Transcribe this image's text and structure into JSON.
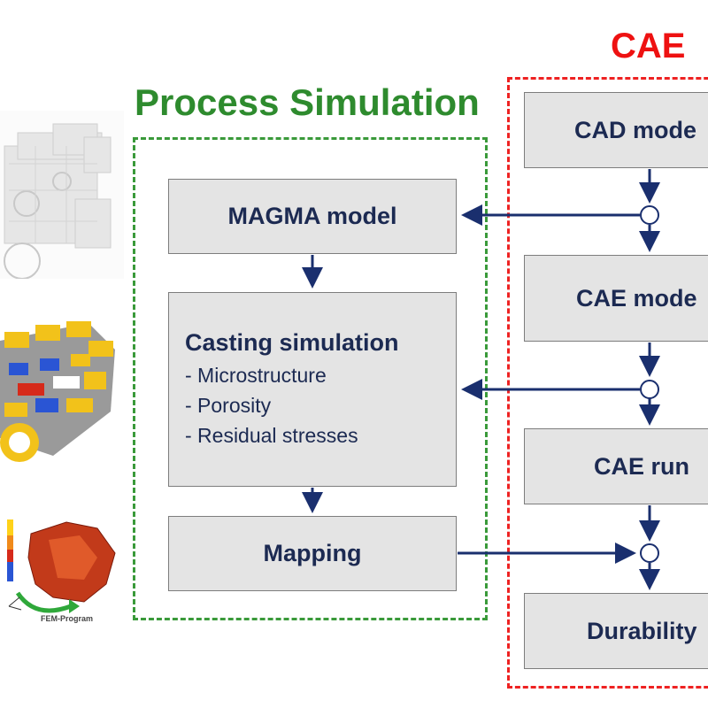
{
  "titles": {
    "process": "Process Simulation",
    "cae": "CAE"
  },
  "boxes": {
    "magma": "MAGMA model",
    "casting_title": "Casting simulation",
    "casting_items": [
      "- Microstructure",
      "- Porosity",
      "- Residual stresses"
    ],
    "mapping": "Mapping",
    "cad": "CAD mode",
    "cae_model": "CAE mode",
    "cae_run": "CAE run",
    "durability": "Durability"
  },
  "images": {
    "fem_label": "FEM-Program"
  },
  "colors": {
    "process_frame": "#3a9a3a",
    "cae_frame": "#ee2222",
    "box_fill": "#e4e4e4",
    "arrow": "#1a2f6e"
  }
}
